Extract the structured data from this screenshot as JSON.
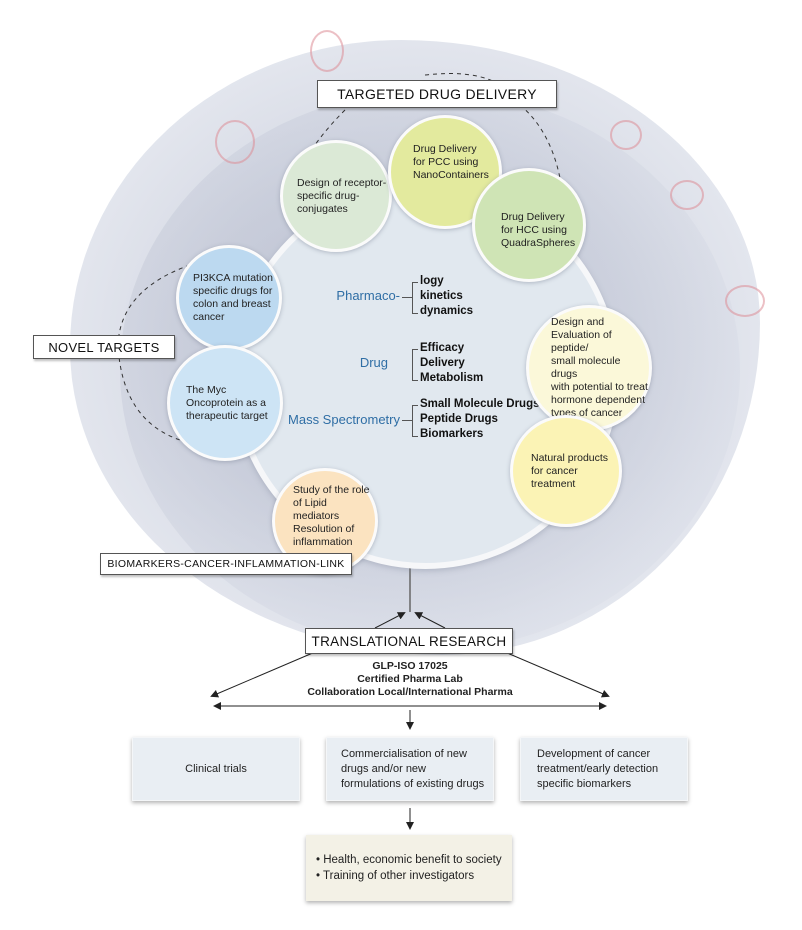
{
  "headers": {
    "targeted_drug_delivery": "TARGETED DRUG DELIVERY",
    "novel_targets": "NOVEL TARGETS",
    "biomarkers_link": "BIOMARKERS-CANCER-INFLAMMATION-LINK",
    "translational_research": "TRANSLATIONAL RESEARCH"
  },
  "bubbles": [
    {
      "id": "receptor-conjugates",
      "text": "Design of receptor-\nspecific drug-\nconjugates",
      "color": "#dbe9d6"
    },
    {
      "id": "pcc-nanocontainers",
      "text": "Drug Delivery\nfor PCC using\nNanoContainers",
      "color": "#e3ea9e"
    },
    {
      "id": "hcc-quadraspheres",
      "text": "Drug Delivery\nfor HCC using\nQuadraSpheres",
      "color": "#cfe4b5"
    },
    {
      "id": "pi3kca",
      "text": "PI3KCA mutation\nspecific drugs for\ncolon and breast\ncancer",
      "color": "#bcd9f0"
    },
    {
      "id": "myc-oncoprotein",
      "text": "The Myc\nOncoprotein as a\ntherapeutic target",
      "color": "#cde4f5"
    },
    {
      "id": "hormone-dependent",
      "text": "Design and\nEvaluation of peptide/\nsmall molecule drugs\nwith potential to treat\nhormone dependent\ntypes of cancer",
      "color": "#fbf8d9"
    },
    {
      "id": "natural-products",
      "text": "Natural products\nfor cancer\ntreatment",
      "color": "#fbf3b5"
    },
    {
      "id": "lipid-mediators",
      "text": "Study of the role\nof Lipid mediators\nResolution of\ninflammation",
      "color": "#fbe3c0"
    }
  ],
  "core": {
    "groups": [
      {
        "term": "Pharmaco-",
        "items": [
          "logy",
          "kinetics",
          "dynamics"
        ]
      },
      {
        "term": "Drug",
        "items": [
          "Efficacy",
          "Delivery",
          "Metabolism"
        ]
      },
      {
        "term": "Mass Spectrometry",
        "items": [
          "Small Molecule Drugs",
          "Peptide Drugs",
          "Biomarkers"
        ]
      }
    ],
    "term_color": "#2f6ea5"
  },
  "certification": {
    "line1": "GLP-ISO 17025",
    "line2": "Certified Pharma Lab",
    "line3": "Collaboration Local/International Pharma"
  },
  "outcomes": [
    {
      "text": "Clinical trials"
    },
    {
      "text": "Commercialisation of new\ndrugs and/or new\nformulations of existing drugs"
    },
    {
      "text": "Development of cancer\ntreatment/early detection\nspecific biomarkers"
    }
  ],
  "benefits": [
    "• Health, economic benefit to society",
    "• Training of other investigators"
  ]
}
